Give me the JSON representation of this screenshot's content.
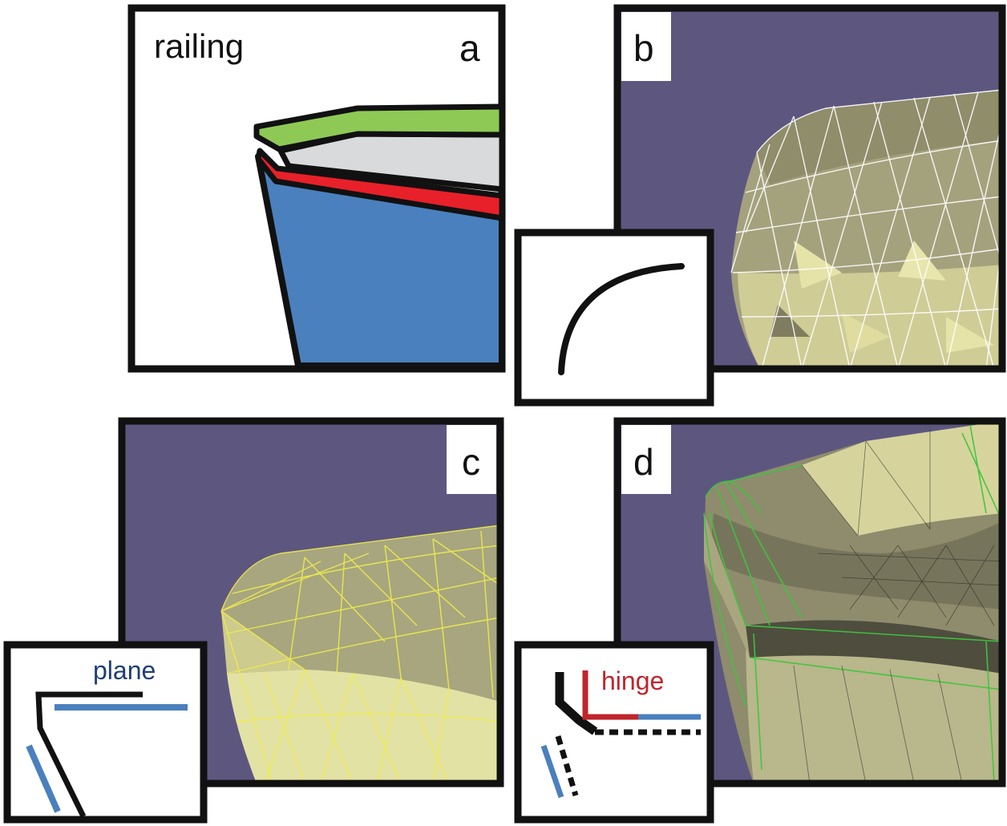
{
  "figure": {
    "panels": {
      "a": {
        "letter": "a",
        "caption": "railing"
      },
      "b": {
        "letter": "b"
      },
      "c": {
        "letter": "c",
        "inset_label": "plane"
      },
      "d": {
        "letter": "d",
        "inset_label": "hinge"
      }
    }
  },
  "colors": {
    "background_3d": "#5d5780",
    "outline": "#111111",
    "railing_green": "#8fc955",
    "railing_red": "#e8202a",
    "face_blue": "#4a80bd",
    "face_grey": "#d9dadb",
    "mesh_b_edges": "#ffffff",
    "mesh_c_edges": "#f2ec4a",
    "mesh_d_edges": "#3ec63e",
    "plane_blue": "#4a80bd",
    "hinge_red": "#c0252b"
  }
}
